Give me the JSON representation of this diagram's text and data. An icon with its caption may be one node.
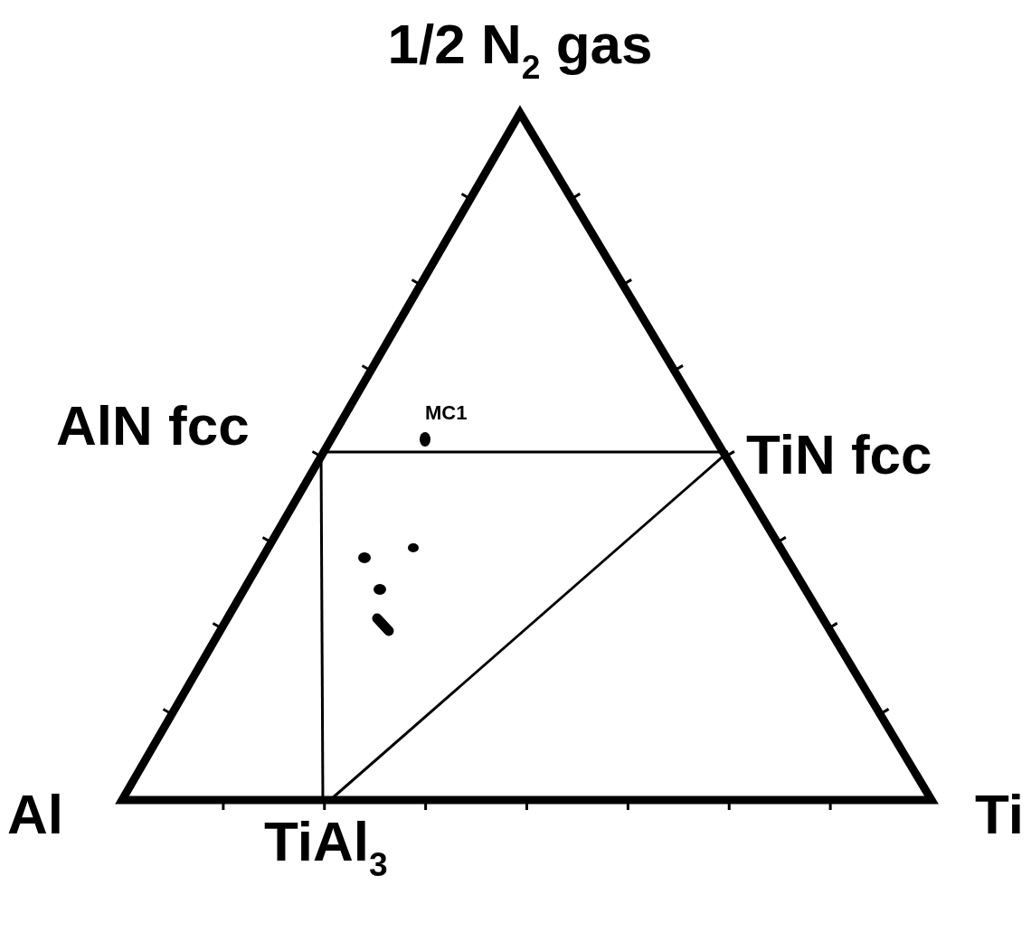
{
  "diagram": {
    "labels": [
      "1/2 N$_{2}$ gas",
      "AlN fcc",
      "MC1",
      "TiN fcc",
      "Al",
      "Ti",
      "TiAl$_{3}$"
    ]
  }
}
